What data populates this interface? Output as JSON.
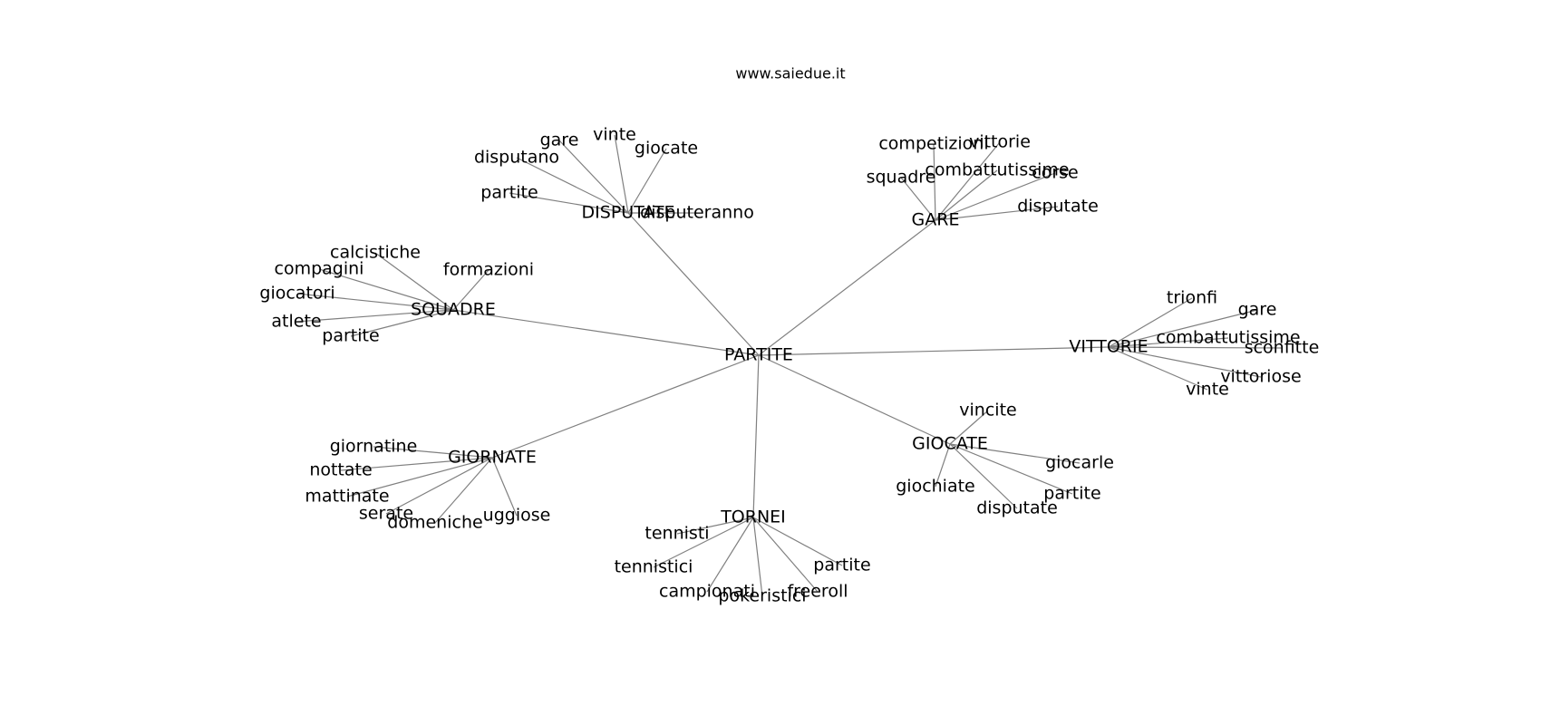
{
  "title": "www.saiedue.it",
  "graph": {
    "root": "PARTITE",
    "branches": [
      {
        "hub": "DISPUTATE",
        "leaves": [
          "gare",
          "vinte",
          "giocate",
          "disputano",
          "partite",
          "disputeranno"
        ]
      },
      {
        "hub": "GARE",
        "leaves": [
          "competizioni",
          "vittorie",
          "combattutissime",
          "corse",
          "squadre",
          "disputate"
        ]
      },
      {
        "hub": "SQUADRE",
        "leaves": [
          "calcistiche",
          "compagini",
          "formazioni",
          "giocatori",
          "atlete",
          "partite"
        ]
      },
      {
        "hub": "VITTORIE",
        "leaves": [
          "trionfi",
          "gare",
          "combattutissime",
          "sconfitte",
          "vittoriose",
          "vinte"
        ]
      },
      {
        "hub": "GIOCATE",
        "leaves": [
          "vincite",
          "giocarle",
          "giochiate",
          "partite",
          "disputate"
        ]
      },
      {
        "hub": "GIORNATE",
        "leaves": [
          "giornatine",
          "nottate",
          "mattinate",
          "serate",
          "domeniche",
          "uggiose"
        ]
      },
      {
        "hub": "TORNEI",
        "leaves": [
          "tennisti",
          "tennistici",
          "campionati",
          "pokeristici",
          "freeroll",
          "partite"
        ]
      }
    ]
  }
}
